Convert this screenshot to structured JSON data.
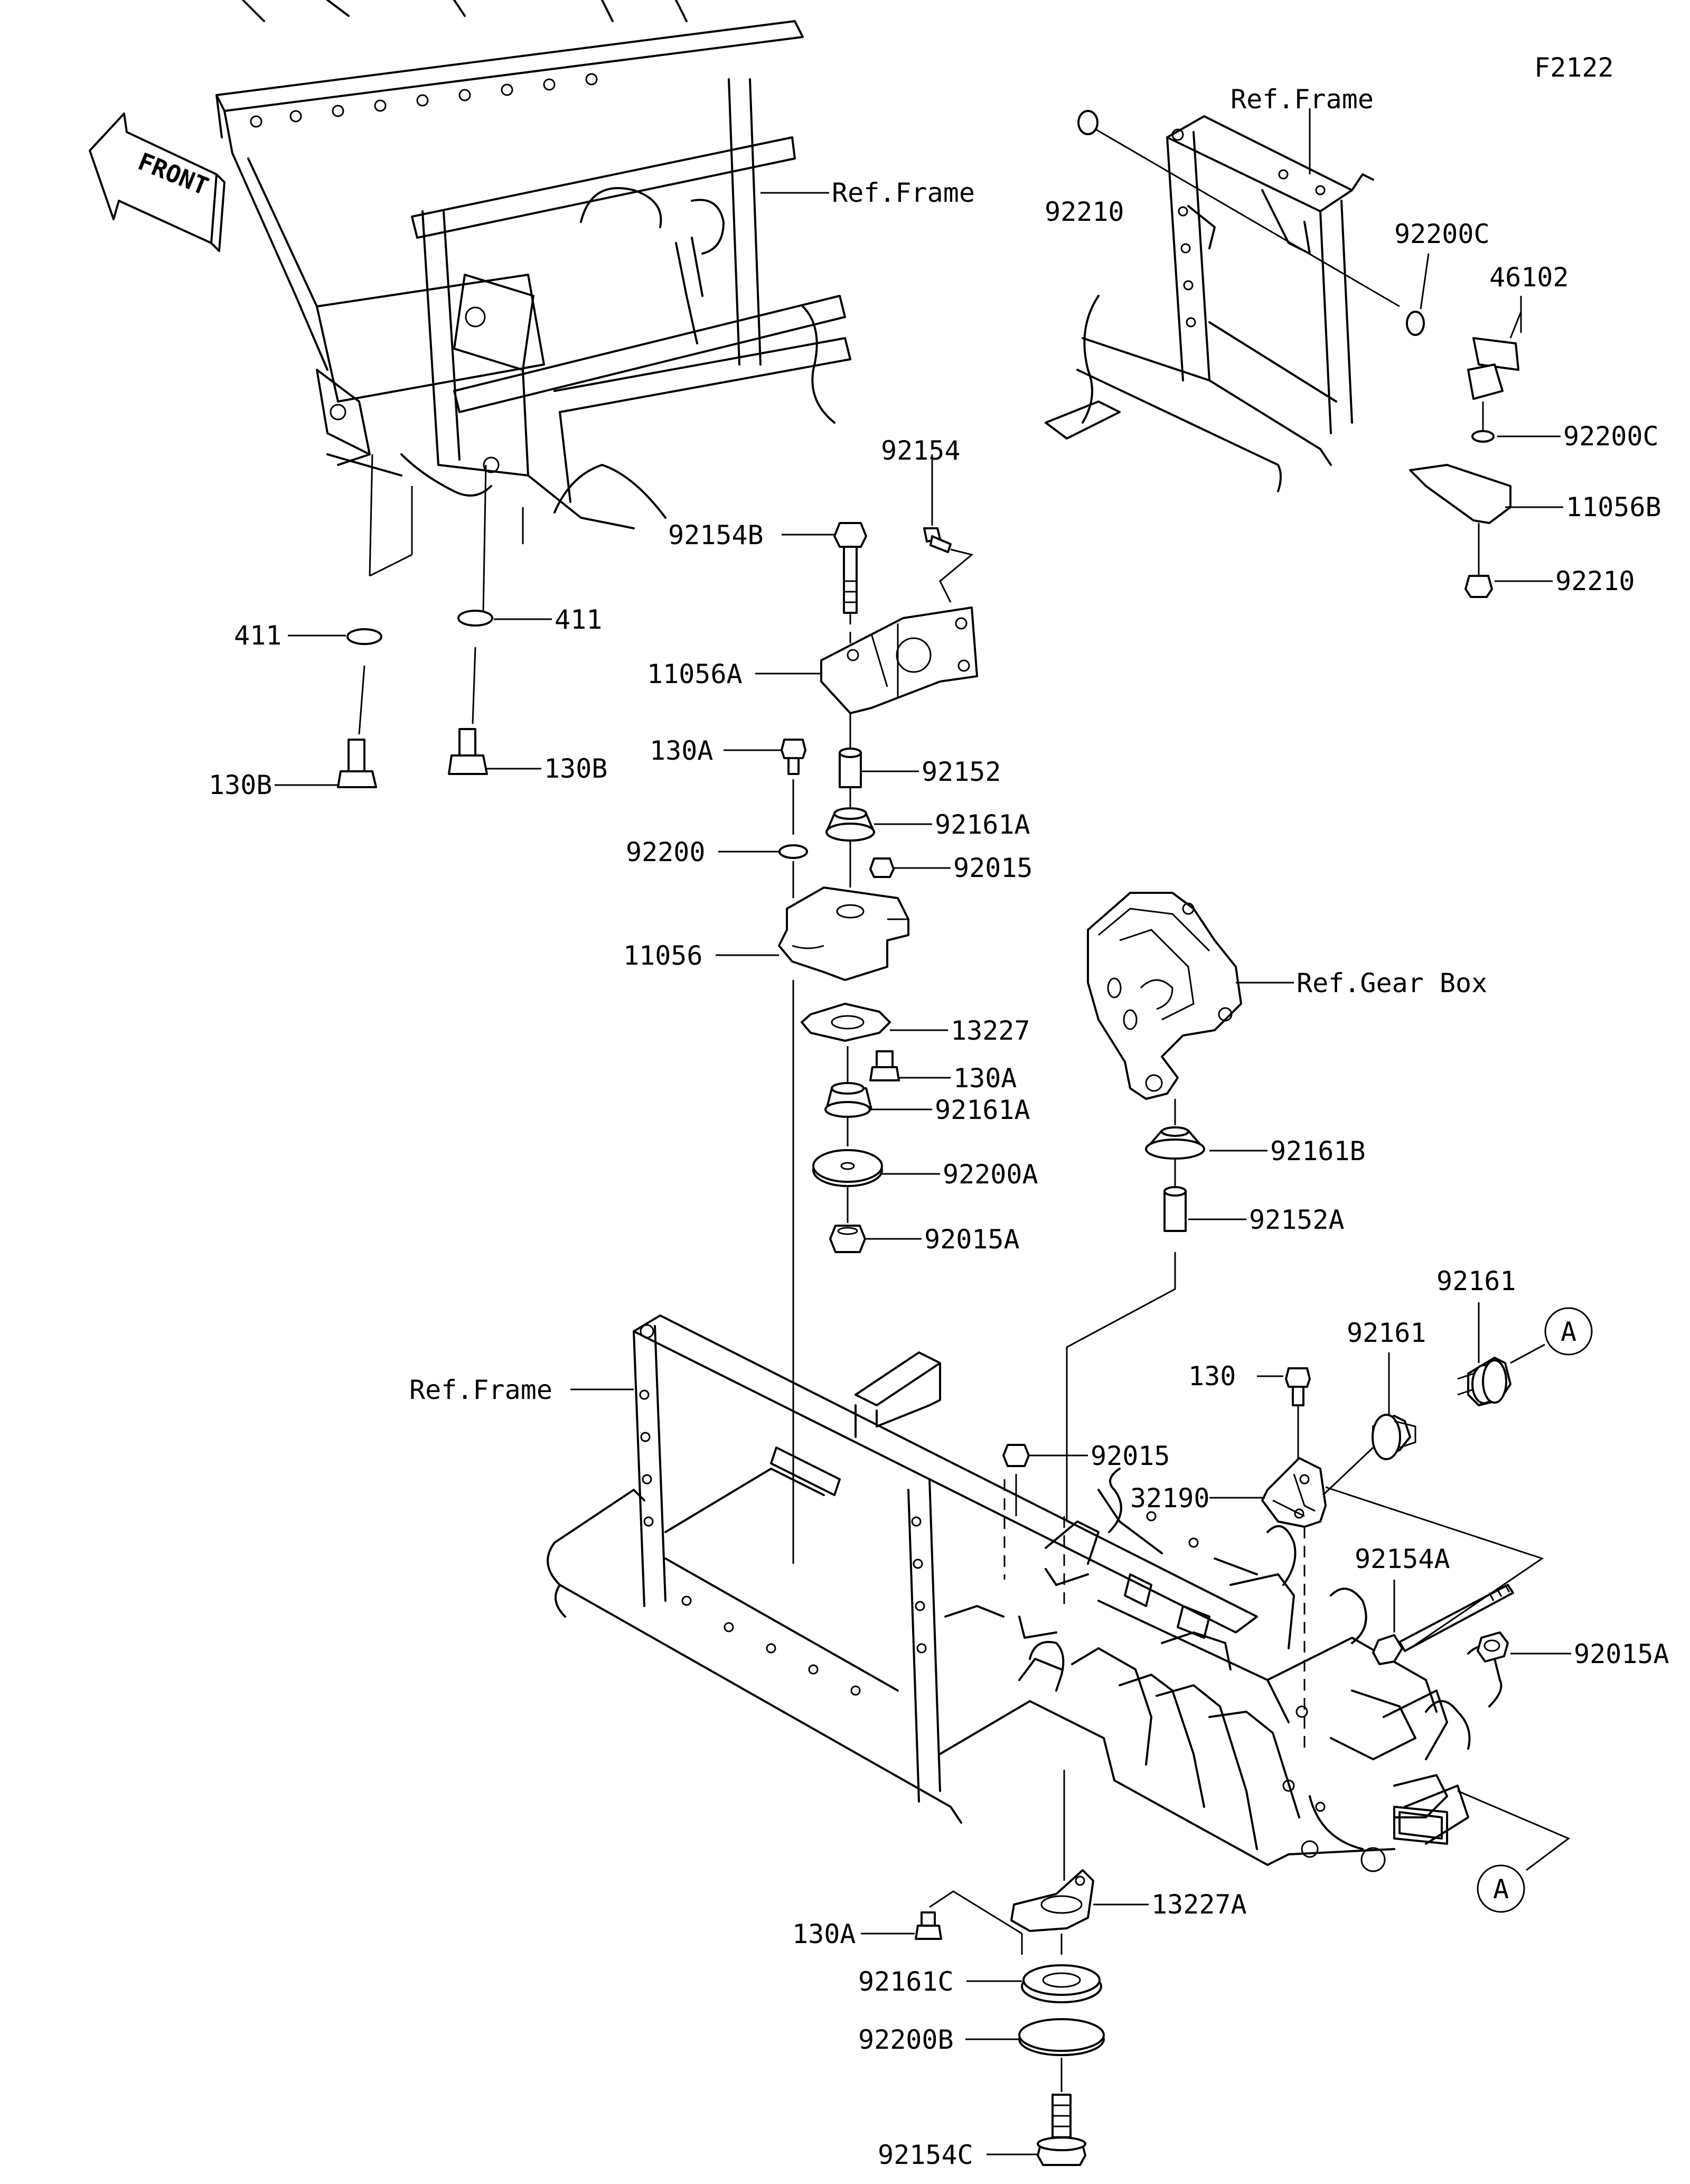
{
  "figure_code": "F2122",
  "front_label": "FRONT",
  "ref_labels": {
    "frame_top": "Ref.Frame",
    "frame_right": "Ref.Frame",
    "frame_bottom": "Ref.Frame",
    "gear_box": "Ref.Gear Box"
  },
  "callout_letter": "A",
  "parts": {
    "p92210_top": "92210",
    "p92200C_top": "92200C",
    "p46102": "46102",
    "p92200C_mid": "92200C",
    "p11056B": "11056B",
    "p92210_low": "92210",
    "p92154": "92154",
    "p92154B": "92154B",
    "p411_left": "411",
    "p411_right": "411",
    "p11056A": "11056A",
    "p130B_left": "130B",
    "p130B_right": "130B",
    "p130A_top": "130A",
    "p92152": "92152",
    "p92161A_top": "92161A",
    "p92200": "92200",
    "p92015_top": "92015",
    "p11056": "11056",
    "p13227": "13227",
    "p130A_mid": "130A",
    "p92161A_low": "92161A",
    "p92200A": "92200A",
    "p92015A_left": "92015A",
    "p92161B": "92161B",
    "p92152A": "92152A",
    "p92161_right": "92161",
    "p92161_left": "92161",
    "p130": "130",
    "p92015_mid": "92015",
    "p32190": "32190",
    "p92154A": "92154A",
    "p92015A_right": "92015A",
    "p13227A": "13227A",
    "p130A_low": "130A",
    "p92161C": "92161C",
    "p92200B": "92200B",
    "p92154C": "92154C"
  }
}
